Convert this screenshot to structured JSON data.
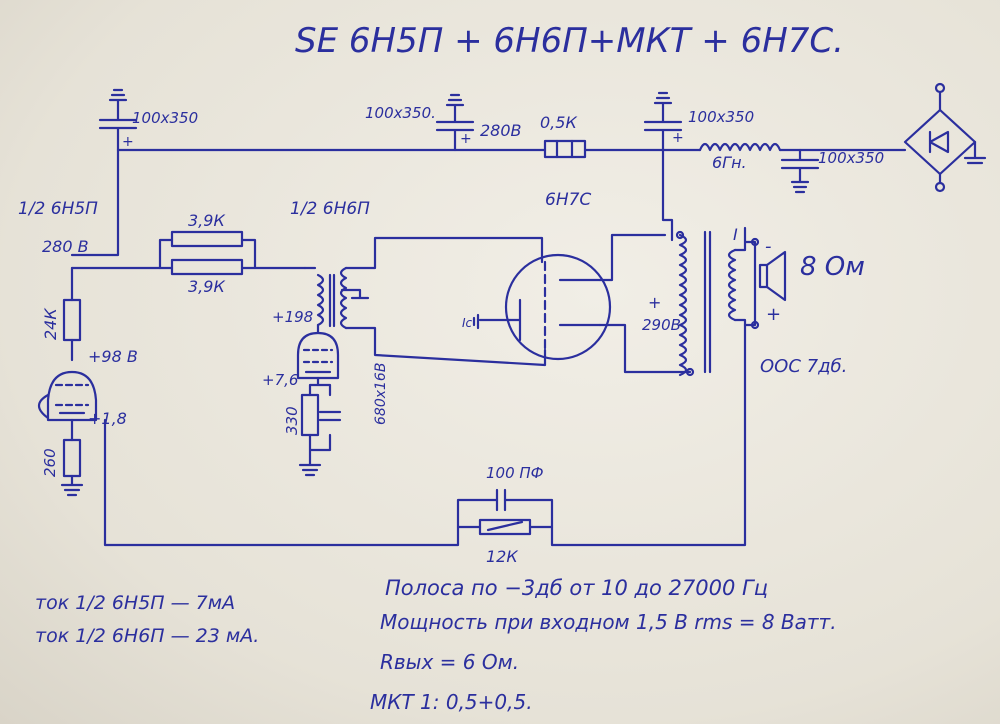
{
  "title": "SE   6Н5П + 6Н6П+МКТ + 6Н7С.",
  "labels": {
    "cap_left": "100x350",
    "cap_mid": "100x350.",
    "cap_right": "100x350",
    "cap_psu": "100x350",
    "v280_top": "280В",
    "r_05k": "0,5К",
    "choke": "6Гн.",
    "tube1": "1/2 6Н5П",
    "v280_left": "280 В",
    "r39k_top": "3,9К",
    "r39k_bot": "3,9К",
    "tube2": "1/2 6Н6П",
    "tube3": "6Н7С",
    "r24k": "24К",
    "v98": "+98 В",
    "v198": "+198",
    "v76": "+7,6",
    "r330": "330",
    "c680": "680х16В",
    "v18": "+1,8",
    "r260": "260",
    "v290": "290В",
    "speaker": "8 Ом",
    "ooc": "ООС 7дб.",
    "c100pf": "100 ПФ",
    "r12k": "12К",
    "plus": "+",
    "minus": "-",
    "grid": "Ic"
  },
  "notes": {
    "current1": "ток 1/2 6Н5П — 7мА",
    "current2": "ток 1/2 6Н6П — 23 мА.",
    "band": "Полоса по −3дб от 10 до 27000 Гц",
    "power": "Мощность при входном 1,5 В rms = 8 Ватт.",
    "rout": "Rвых = 6 Ом.",
    "mkt": "МКТ 1: 0,5+0,5."
  }
}
